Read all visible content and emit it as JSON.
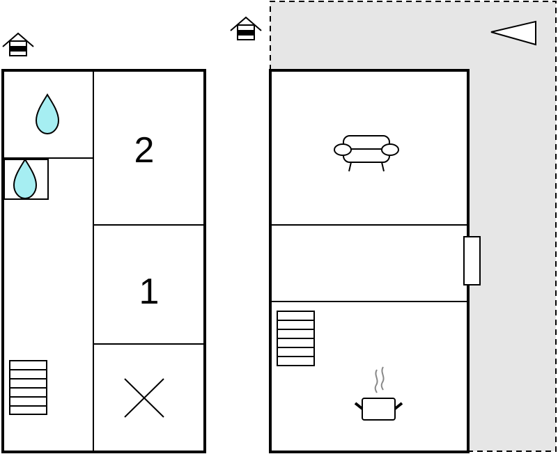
{
  "floors": [
    {
      "rooms": [
        {
          "label": "2"
        },
        {
          "label": "1"
        }
      ],
      "icons": [
        "entrance-icon",
        "water-drop-icon",
        "water-drop-icon",
        "stairs-icon",
        "cross-icon"
      ]
    },
    {
      "icons": [
        "entrance-icon",
        "compass-arrow-icon",
        "sofa-icon",
        "window-icon",
        "stairs-icon",
        "cooking-pot-icon"
      ],
      "outdoor_area": "terrace"
    }
  ],
  "colors": {
    "wall": "#000000",
    "water": "#a6eef2",
    "outdoor": "#e6e6e6",
    "background": "#ffffff"
  }
}
